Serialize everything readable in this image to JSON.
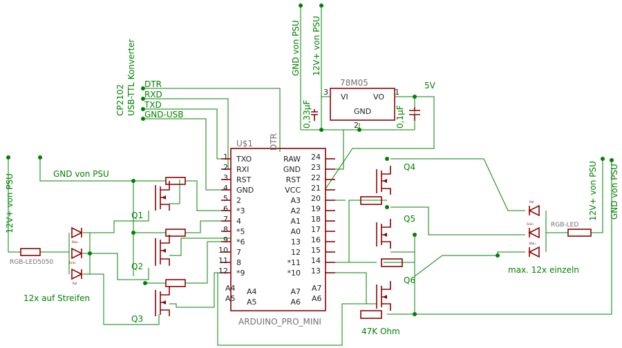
{
  "title_arduino": "ARDUINO_PRO_MINI",
  "title_u1": "U$1",
  "dtr_tag": "DTR",
  "regulator": {
    "name": "78M05",
    "vi": "VI",
    "vo": "VO",
    "gnd": "GND",
    "p1": "1",
    "p2": "2",
    "p3": "3"
  },
  "labels": {
    "cp2102": "CP2102",
    "usb_ttl": "USB-TTL Konverter",
    "dtr": "DTR",
    "rxd": "RXD",
    "txd": "TXD",
    "gnd_usb": "GND-USB",
    "gnd_psu_top": "GND von PSU",
    "v12_psu_top": "12V+ von PSU",
    "gnd_psu_left": "GND von PSU",
    "v12_psu_left": "12V+ von PSU",
    "v12_psu_right": "12V+ von PSU",
    "gnd_psu_right": "GND von PSU",
    "v5": "5V",
    "c1": "0,33µF",
    "c2": "0,1µF",
    "rgb_led5050": "RGB-LED5050",
    "rgb_led": "RGB-LED",
    "streifen": "12x auf Streifen",
    "einzeln": "max. 12x einzeln",
    "r47k": "47K Ohm",
    "q1": "Q1",
    "q2": "Q2",
    "q3": "Q3",
    "q4": "Q4",
    "q5": "Q5",
    "q6": "Q6",
    "led_blau": "Blau",
    "led_gruen": "Grün",
    "led_rot": "Rot"
  },
  "pins_left": [
    {
      "num": "1",
      "name": "TXO"
    },
    {
      "num": "2",
      "name": "RXI"
    },
    {
      "num": "3",
      "name": "RST"
    },
    {
      "num": "4",
      "name": "GND"
    },
    {
      "num": "5",
      "name": "2"
    },
    {
      "num": "6",
      "name": "*3"
    },
    {
      "num": "7",
      "name": "4"
    },
    {
      "num": "8",
      "name": "*5"
    },
    {
      "num": "9",
      "name": "*6"
    },
    {
      "num": "10",
      "name": "7"
    },
    {
      "num": "11",
      "name": "8"
    },
    {
      "num": "12",
      "name": "*9"
    }
  ],
  "pins_right": [
    {
      "num": "24",
      "name": "RAW"
    },
    {
      "num": "23",
      "name": "GND"
    },
    {
      "num": "22",
      "name": "RST"
    },
    {
      "num": "21",
      "name": "VCC"
    },
    {
      "num": "20",
      "name": "A3"
    },
    {
      "num": "19",
      "name": "A2"
    },
    {
      "num": "18",
      "name": "A1"
    },
    {
      "num": "17",
      "name": "A0"
    },
    {
      "num": "16",
      "name": "13"
    },
    {
      "num": "15",
      "name": "12"
    },
    {
      "num": "14",
      "name": "*11"
    },
    {
      "num": "13",
      "name": "*10"
    }
  ],
  "pins_bottom_left": [
    {
      "num": "A4",
      "name": "A4"
    },
    {
      "num": "A5",
      "name": "A5"
    }
  ],
  "pins_bottom_right": [
    {
      "num": "A7",
      "name": "A7"
    },
    {
      "num": "A6",
      "name": "A6"
    }
  ]
}
